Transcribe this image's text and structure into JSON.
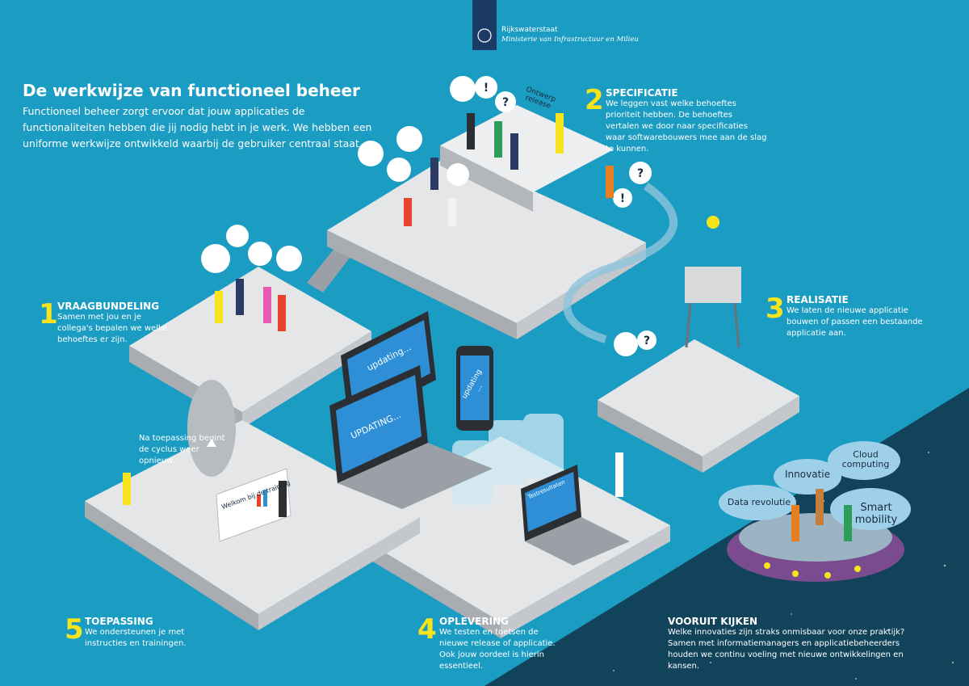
{
  "header": {
    "org_name": "Rijkswaterstaat",
    "ministry": "Ministerie van Infrastructuur en Milieu"
  },
  "main": {
    "title": "De werkwijze van functioneel beheer",
    "intro": "Functioneel beheer zorgt ervoor dat jouw applicaties de functionaliteiten hebben die jij nodig hebt in je werk. We hebben een uniforme werkwijze ontwikkeld waarbij de gebruiker centraal staat."
  },
  "steps": [
    {
      "number": "1",
      "title": "VRAAGBUNDELING",
      "text": "Samen met jou en je collega's bepalen we welke behoeftes er zijn."
    },
    {
      "number": "2",
      "title": "SPECIFICATIE",
      "text": "We leggen vast welke behoeftes prioriteit hebben. De behoeftes vertalen we door naar specificaties waar softwarebouwers mee aan de slag te kunnen."
    },
    {
      "number": "3",
      "title": "REALISATIE",
      "text": "We laten de nieuwe applicatie bouwen of passen een bestaande applicatie aan."
    },
    {
      "number": "4",
      "title": "OPLEVERING",
      "text": "We testen en toetsen de nieuwe release of applicatie. Ook jouw oordeel is hierin essentieel."
    },
    {
      "number": "5",
      "title": "TOEPASSING",
      "text": "We ondersteunen je met instructies en trainingen."
    }
  ],
  "future": {
    "title": "VOORUIT KIJKEN",
    "text": "Welke innovaties zijn straks onmisbaar voor onze praktijk? Samen met informatiemanagers en applicatiebeheerders houden we continu voeling met nieuwe ontwikkelingen en kansen.",
    "clouds": [
      "Cloud computing",
      "Innovatie",
      "Data revolutie",
      "Smart mobility"
    ]
  },
  "cycle_note": "Na toepassing begint de cyclus weer opnieuw.",
  "illustration": {
    "sign_label": "Ontwerp release",
    "tablet_label": "updating...",
    "laptop_label": "UPDATING...",
    "phone_label": "updating ...",
    "training_board": "Welkom bij de training",
    "test_screen": "Testresultaten",
    "icons": [
      "printer-icon",
      "clock-icon",
      "floppy-icon",
      "document-icon",
      "thumbs-up-icon",
      "exclamation-icon",
      "question-icon",
      "megaphone-icon"
    ]
  },
  "colors": {
    "background": "#1b9cc2",
    "dark_corner": "#11435a",
    "accent_yellow": "#f7e41d",
    "platform_top": "#e4e6e8",
    "platform_side": "#a9adb2",
    "screen_blue": "#2e8fd6"
  }
}
